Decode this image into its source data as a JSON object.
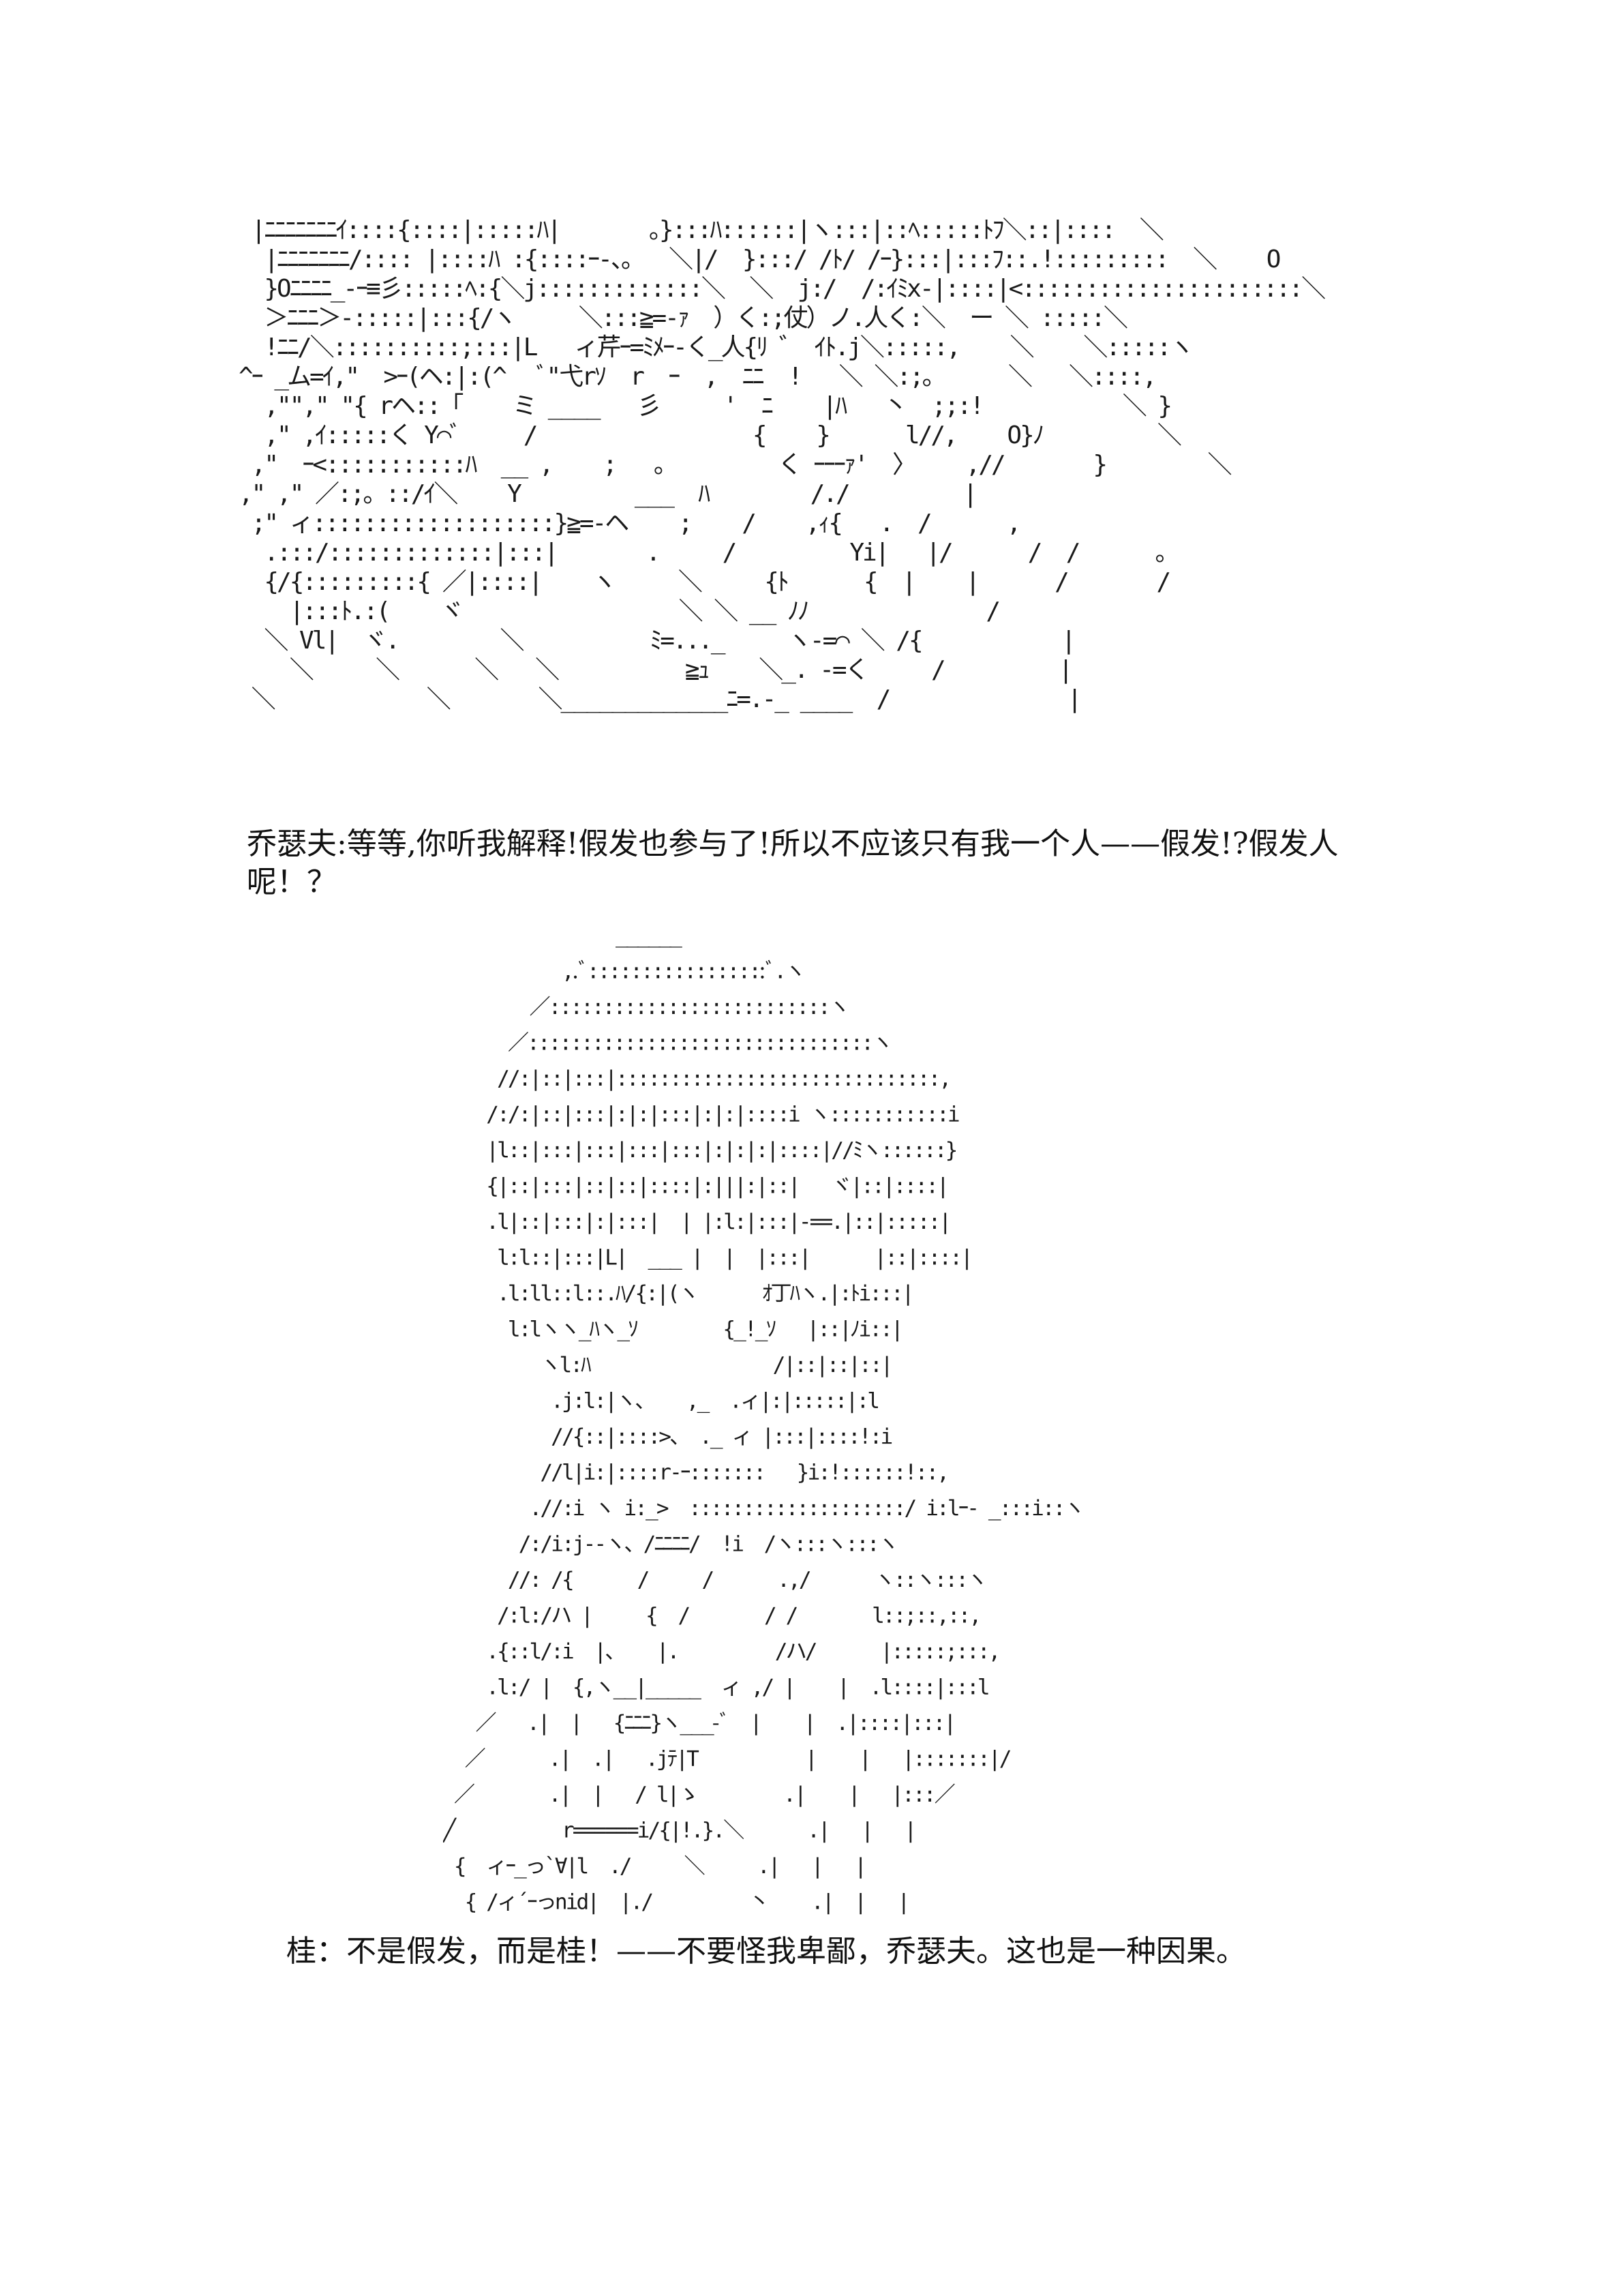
{
  "panels": [
    {
      "art": " |ﾆﾆﾆﾆﾆﾆﾆｲ::::{::::|:::::ﾊ|       。}:::ﾊ::::::|ヽ:::|::ﾍ:::::ﾄﾌ＼::|::::  ＼\n  |ﾆﾆﾆﾆﾆﾆﾆ/:::: |::::ﾊ :{::::ｰ-、。  ＼|/  }:::/ /ﾄ/ /ｰ}:::|:::ﾌ::.!:::::::::  ＼    O\n  }Oﾆﾆﾆﾆ_-ｰ≡彡:::::ﾍ:{＼j:::::::::::::＼  ＼  j:/  /:ｲﾐx-|::::|<::::::::::::::::::::::＼\n  ＞ﾆﾆﾆ＞-:::::|:::{/ヽ     ＼:::≧=-ｧ  ）く:;仗）ノ.人く:＼  ー ＼ :::::＼\n  !ﾆﾆ/＼::::::::::;:::|L   ィ芹ｰ=ﾐﾒｰ-く_人{ﾘ ゛ ｲﾄ.j＼:::::,    ＼    ＼:::::ヽ\n^ｰ _ム=ｲ,\"  >ｰ(ヘ:|:(^   ﾞ\"弋rｿ  r  ｰ  ,  ﾆﾆ  !   ＼ ＼:;。     ＼   ＼::::,\n  ,\"\",\" \"{ rヘ::「    ミ ____   彡     '  ﾆ    |ﾊ   丶  ;;:!           ＼ }\n  ,\" ,ｲ:::::く Y⌒ﾞ     /                 {    }      l//,    O}ﾉ         ＼\n ,\"  ｰ<:::::::::::ﾊ  __ ,    ;   。        く ｰｰｰｧ'  〉    ,//       }        ＼\n,\" ,\" ／:;。::/ｲ＼    Y         ___  ﾊ        /./         |\n ;\" ィ:::::::::::::::::::}≧=-ヘ    ;    /    ,ｨ{   .  /      ,\n  .:::/:::::::::::::|:::|       .     /         Yi|   |/      /  /      。\n  {/{:::::::::{ ／|::::|    ヽ     ＼     {ﾄ      {  |    |      /       /\n    |:::ﾄ.:(    ヾ                 ＼ ＼ __ ﾉﾉ              /\n  ＼ Vl|  ヾ.        ＼          ﾐ=..._     ヽ-=⌒ ＼ /{           |\n    ＼     ＼      ＼   ＼          ≧ｭ    ＼_. -=く     /         |\n ＼            ＼       ＼_____________ﾆ=.-_ ____  /              |",
      "caption": "乔瑟夫:等等,你听我解释!假发也参与了!所以不应该只有我一个人——假发!?假发人呢！？"
    },
    {
      "art": "                ______\n           ,.ﾞ:::::::::::::::::ﾞ.ヽ\n        ／::::::::::::::::::::::::::ヽ\n      ／::::::::::::::::::::::::::::::::ヽ\n     //:|::|:::|::::::::::::::::::::::::::::::,\n    /:/:|::|:::|:|:|:::|:|:|::::i ヽ:::::::::::i\n    |l::|:::|:::|:::|:::|:|:|:|::::|//ﾐヽ::::::}\n    {|::|:::|::|::|::::|:|||:|::|   ヾ|::|::::|\n    .l|::|:::|:|:::|  | |:l:|:::|-==.|::|:::::|\n     l:l::|:::|L|  ___ |  |  |:::|      |::|::::|\n     .l:ll::l::.ﾊ/{:|(ヽ      ｵ丁ﾊヽ.|:ﾄi:::|\n      l:lヽヽ_ﾊヽ_ｿ        {_!_ｿ   |::|ﾉi::|\n         ヽl:ﾊ                 /|::|::|::|\n          .j:l:|ヽ、   ,_  .ィ|:|:::::|:l\n          //{::|::::>、 ._ ィ |:::|::::!:i\n         //l|i:|::::r‐ｰ:::::::   }i:!::::::!::,\n        .//:i ヽ i:_>  ::::::::::::::::::::/ i:lｰ- _:::i::ヽ\n       /:/i:j-‐ヽ、/ﾆﾆﾆﾆ/  !i  /ヽ:::ヽ:::ヽ\n      //: /{      /     /      .,/      ヽ::ヽ:::ヽ\n     /:l:/ハ |     {  /       / /       l::;::,::,\n    .{::l/:i  |、   |.         /ハ/      |:::::;:::,\n    .l:/ |  {,ヽ__|_____  ィ ,/ |    |  .l::::|:::l\n   ／   .|  |   {ﾆﾆﾆ}ヽ___-ﾞ  |    |  .|::::|:::|\n  ／      .|  .|   .jﾃ|T          |    |   |:::::::|/\n ／       .|  |   / l|ゝ        .|    |   |:::／\n╱          r======i/{|!.}.＼      .|   |   |\n {  ィｰ_っ`∀|l  ./     ＼     .|   |   |\n  { /ィ´ｰっnid|  |./         丶    .|  |   |",
      "caption": "桂：不是假发，而是桂！——不要怪我卑鄙，乔瑟夫。这也是一种因果。"
    }
  ]
}
